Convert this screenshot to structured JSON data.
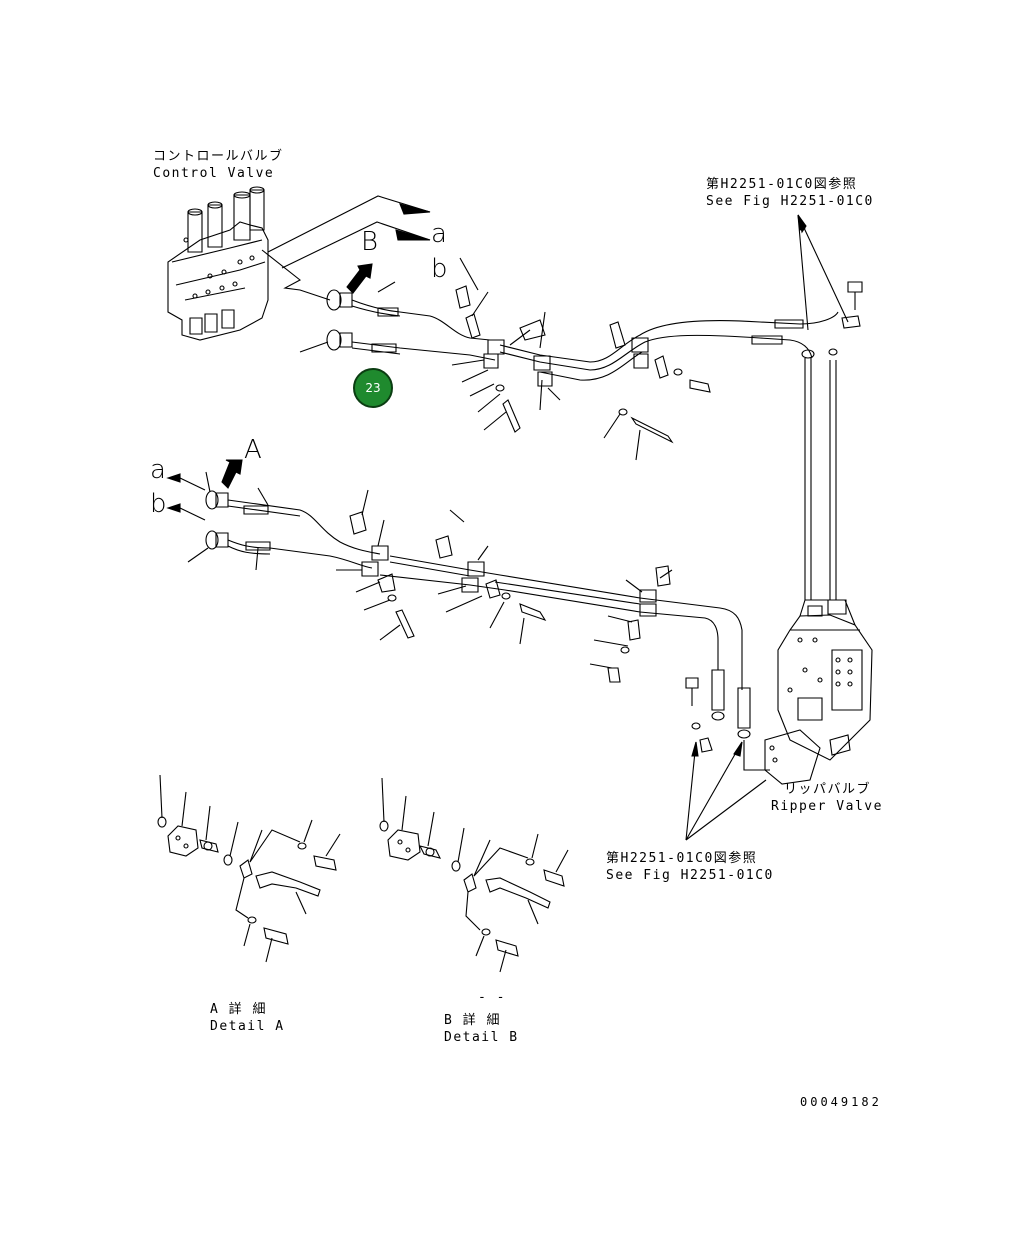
{
  "labels": {
    "control_valve_jp": "コントロールバルブ",
    "control_valve_en": "Control Valve",
    "see_fig_top_jp": "第H2251-01C0図参照",
    "see_fig_top_en": "See Fig H2251-01C0",
    "ripper_valve_jp": "リッパバルブ",
    "ripper_valve_en": "Ripper Valve",
    "see_fig_bottom_jp": "第H2251-01C0図参照",
    "see_fig_bottom_en": "See Fig H2251-01C0",
    "detail_a_jp": "A 詳 細",
    "detail_a_en": "Detail A",
    "detail_b_jp": "B 詳 細",
    "detail_b_en": "Detail B",
    "dash_mark": "- -",
    "drawing_number": "00049182"
  },
  "markers": {
    "view_a": "A",
    "view_b": "B",
    "port_a_top": "a",
    "port_b_top": "b",
    "port_a_left": "a",
    "port_b_left": "b"
  },
  "callout": {
    "number": "23",
    "color": "#1f8a2e"
  }
}
